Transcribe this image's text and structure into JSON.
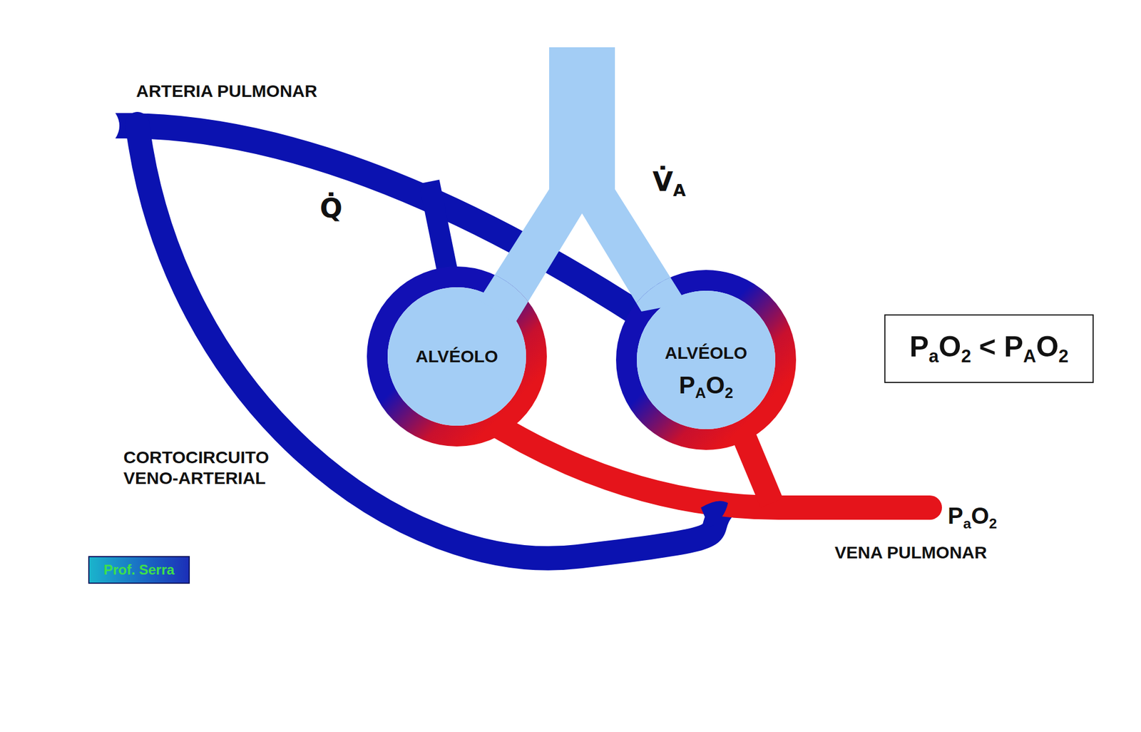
{
  "diagram": {
    "nodes": [
      {
        "text": [
          "ALVÉOLO"
        ]
      },
      {
        "text": [
          "ALVÉOLO",
          "PAO2"
        ]
      },
      {
        "text": [
          "PaO2 < PAO2"
        ]
      },
      {
        "text": [
          "Prof. Serra"
        ]
      }
    ],
    "labels": [
      "ARTERIA PULMONAR",
      "Q̇",
      "V̇A",
      "CORTOCIRCUITO VENO-ARTERIAL",
      "PaO2",
      "VENA PULMONAR"
    ]
  }
}
